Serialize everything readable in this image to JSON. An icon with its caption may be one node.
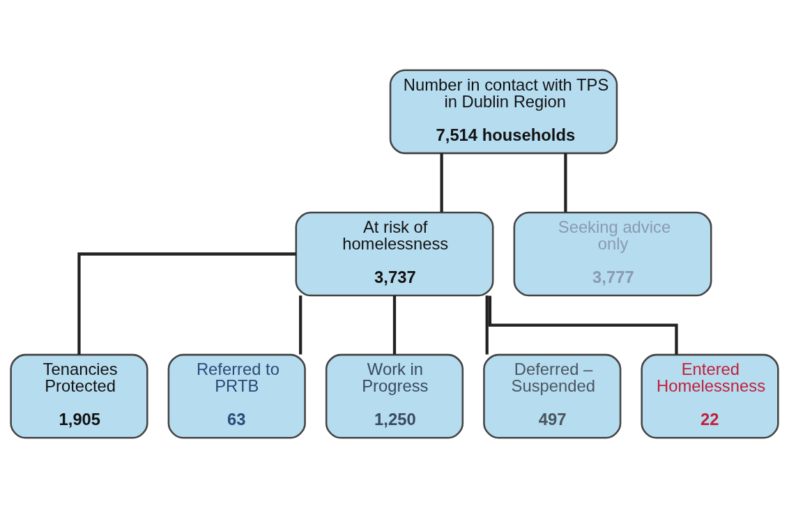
{
  "diagram": {
    "nodes": [
      {
        "text": [
          "Number in contact with TPS in Dublin Region",
          "7,514 households"
        ]
      },
      {
        "text": [
          "At risk of homelessness",
          "3,737"
        ]
      },
      {
        "text": [
          "Seeking advice only",
          "3,777"
        ]
      },
      {
        "text": [
          "Tenancies Protected",
          "1,905"
        ]
      },
      {
        "text": [
          "Referred to PRTB",
          "63"
        ]
      },
      {
        "text": [
          "Work in Progress",
          "1,250"
        ]
      },
      {
        "text": [
          "Deferred – Suspended",
          "497"
        ]
      },
      {
        "text": [
          "Entered Homelessness",
          "22"
        ]
      }
    ],
    "edges": [
      {
        "from": 0,
        "to": 1,
        "arrow": "none"
      },
      {
        "from": 0,
        "to": 2,
        "arrow": "none"
      },
      {
        "from": 1,
        "to": 3,
        "arrow": "none"
      },
      {
        "from": 1,
        "to": 4,
        "arrow": "none"
      },
      {
        "from": 1,
        "to": 5,
        "arrow": "none"
      },
      {
        "from": 1,
        "to": 6,
        "arrow": "none"
      },
      {
        "from": 1,
        "to": 7,
        "arrow": "none"
      }
    ]
  }
}
